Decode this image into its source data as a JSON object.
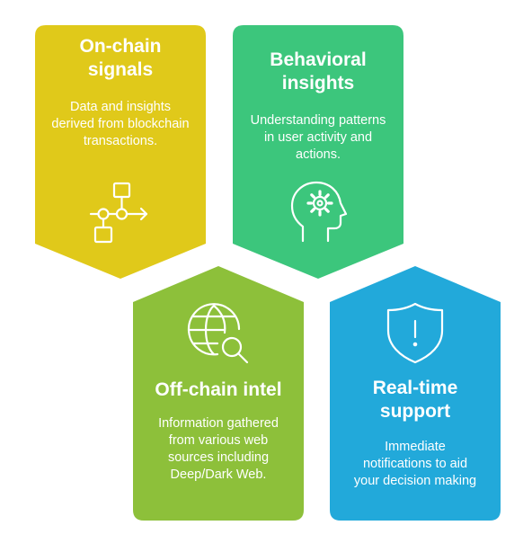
{
  "cards": [
    {
      "id": "on-chain",
      "title": "On-chain signals",
      "description": "Data and insights derived from blockchain transactions.",
      "color": "#E0C91A",
      "icon": "flowchart-icon"
    },
    {
      "id": "behavioral",
      "title": "Behavioral insights",
      "description": "Understanding patterns in user activity and actions.",
      "color": "#3CC67C",
      "icon": "head-gear-icon"
    },
    {
      "id": "off-chain",
      "title": "Off-chain intel",
      "description": "Information gathered from various web sources including Deep/Dark Web.",
      "color": "#8DC03A",
      "icon": "globe-search-icon"
    },
    {
      "id": "real-time",
      "title": "Real-time support",
      "description": "Immediate notifications to aid your decision making",
      "color": "#22A9DA",
      "icon": "shield-alert-icon"
    }
  ]
}
